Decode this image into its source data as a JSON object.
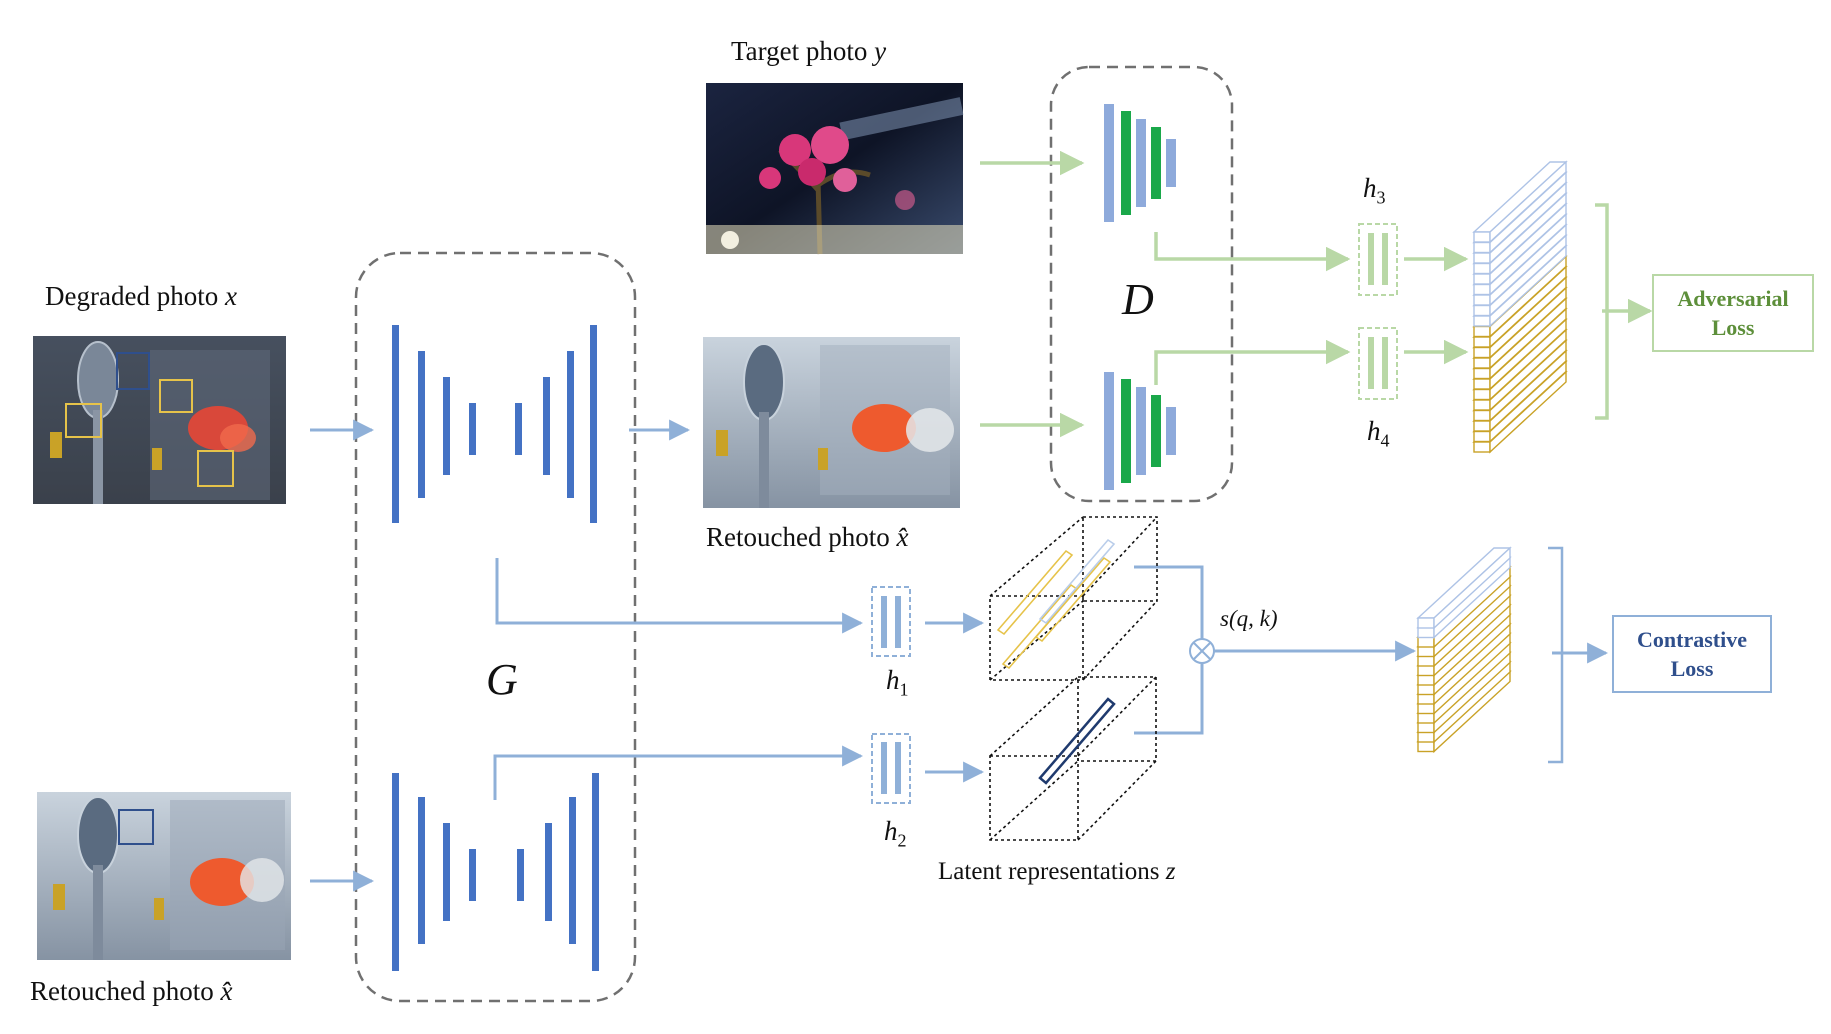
{
  "labels": {
    "degraded_prefix": "Degraded photo ",
    "degraded_var": "x",
    "target_prefix": "Target photo ",
    "target_var": "y",
    "retouched_mid_prefix": "Retouched photo ",
    "retouched_mid_var": "x̂",
    "retouched_bottom_prefix": "Retouched photo ",
    "retouched_bottom_var": "x̂",
    "latent_prefix": "Latent representations ",
    "latent_var": "z",
    "similarity": "s(q, k)"
  },
  "modules": {
    "generator": "G",
    "discriminator": "D"
  },
  "heads": [
    {
      "sym": "h",
      "sub": "1"
    },
    {
      "sym": "h",
      "sub": "2"
    },
    {
      "sym": "h",
      "sub": "3"
    },
    {
      "sym": "h",
      "sub": "4"
    }
  ],
  "losses": {
    "adversarial_line1": "Adversarial",
    "adversarial_line2": "Loss",
    "contrastive_line1": "Contrastive",
    "contrastive_line2": "Loss"
  },
  "colors": {
    "blue_arrow": "#8fb0d8",
    "green_arrow": "#b9d8a6",
    "encoder_blue": "#4472c4",
    "light_blue": "#8eaadb",
    "green_bar": "#1aa84a",
    "gold": "#c9a227",
    "dashed_gray": "#707070"
  },
  "icons": [
    "similarity-otimes-icon"
  ]
}
